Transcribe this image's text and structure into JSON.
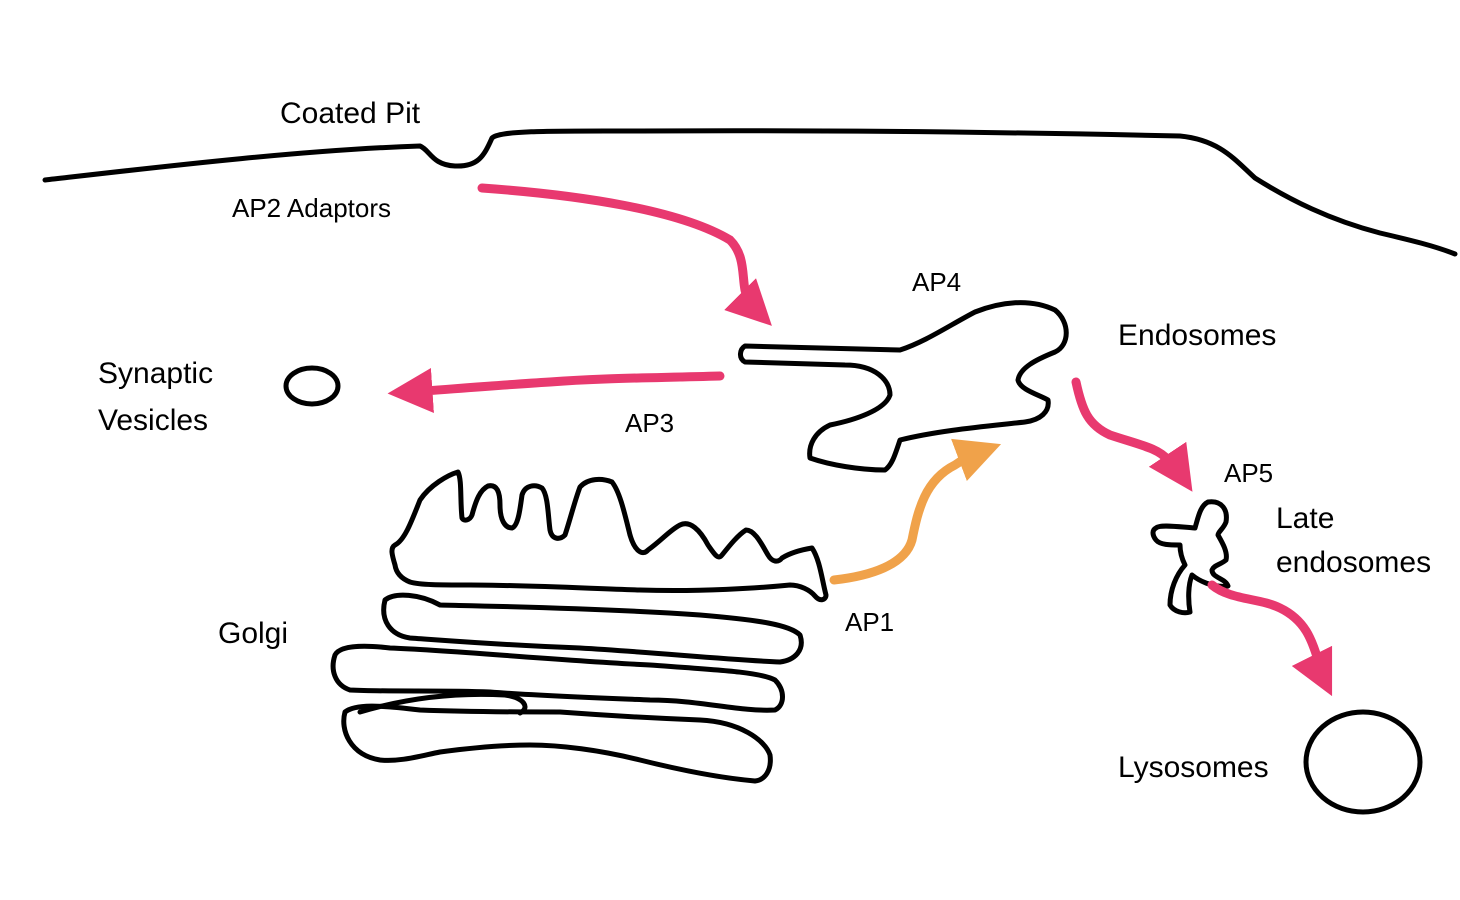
{
  "labels": {
    "coated_pit": "Coated Pit",
    "ap2": "AP2 Adaptors",
    "ap4": "AP4",
    "endosomes": "Endosomes",
    "synaptic_line1": "Synaptic",
    "synaptic_line2": "Vesicles",
    "ap3": "AP3",
    "ap5": "AP5",
    "late_line1": "Late",
    "late_line2": "endosomes",
    "golgi": "Golgi",
    "ap1": "AP1",
    "lysosomes": "Lysosomes"
  },
  "colors": {
    "pink_arrow": "#e8396f",
    "orange_arrow": "#f0a24a",
    "outline": "#000000"
  }
}
